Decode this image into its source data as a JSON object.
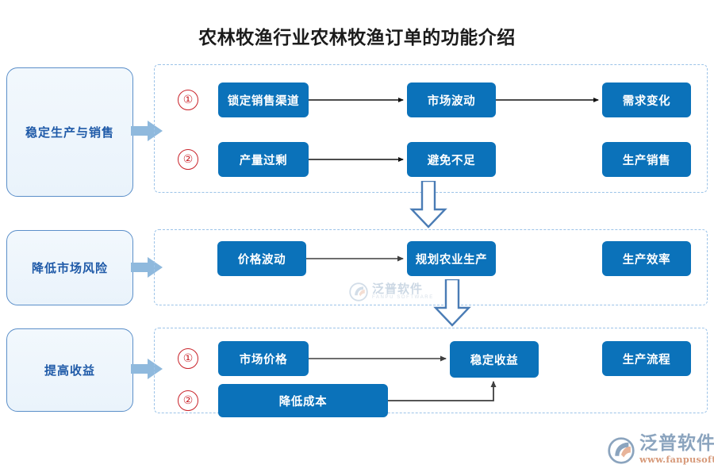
{
  "page": {
    "title": "农林牧渔行业农林牧渔订单的功能介绍",
    "accent_blue": "#0b72ba",
    "panel_dash_blue": "#9cc3e8",
    "category_text_blue": "#1f5aa8",
    "step_number_red": "#c9232a"
  },
  "categories": [
    {
      "label": "稳定生产与销售"
    },
    {
      "label": "降低市场风险"
    },
    {
      "label": "提高收益"
    }
  ],
  "groups": [
    {
      "name": "stable-production-sales",
      "steps": [
        "①",
        "②"
      ],
      "rows": [
        {
          "nodes": [
            "锁定销售渠道",
            "市场波动",
            "需求变化"
          ]
        },
        {
          "nodes": [
            "产量过剩",
            "避免不足",
            "生产销售"
          ]
        }
      ]
    },
    {
      "name": "reduce-market-risk",
      "steps": [],
      "rows": [
        {
          "nodes": [
            "价格波动",
            "规划农业生产",
            "生产效率"
          ]
        }
      ]
    },
    {
      "name": "increase-revenue",
      "steps": [
        "①",
        "②"
      ],
      "rows": [
        {
          "nodes": [
            "市场价格",
            "稳定收益",
            "生产流程"
          ]
        },
        {
          "nodes": [
            "降低成本"
          ]
        }
      ]
    }
  ],
  "watermark": {
    "cn": "泛普软件",
    "en": "FANPU SOFTWARE"
  },
  "logo": {
    "cn": "泛普软件",
    "url": "www.fanpusoft.com"
  }
}
